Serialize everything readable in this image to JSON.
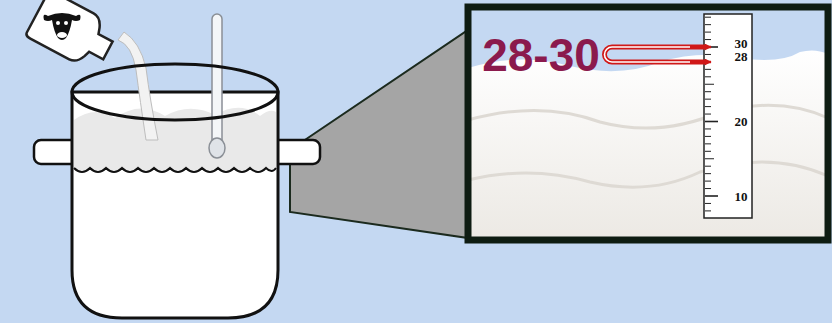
{
  "diagram": {
    "labels": [
      "28-30",
      "30",
      "28",
      "20",
      "10"
    ]
  }
}
